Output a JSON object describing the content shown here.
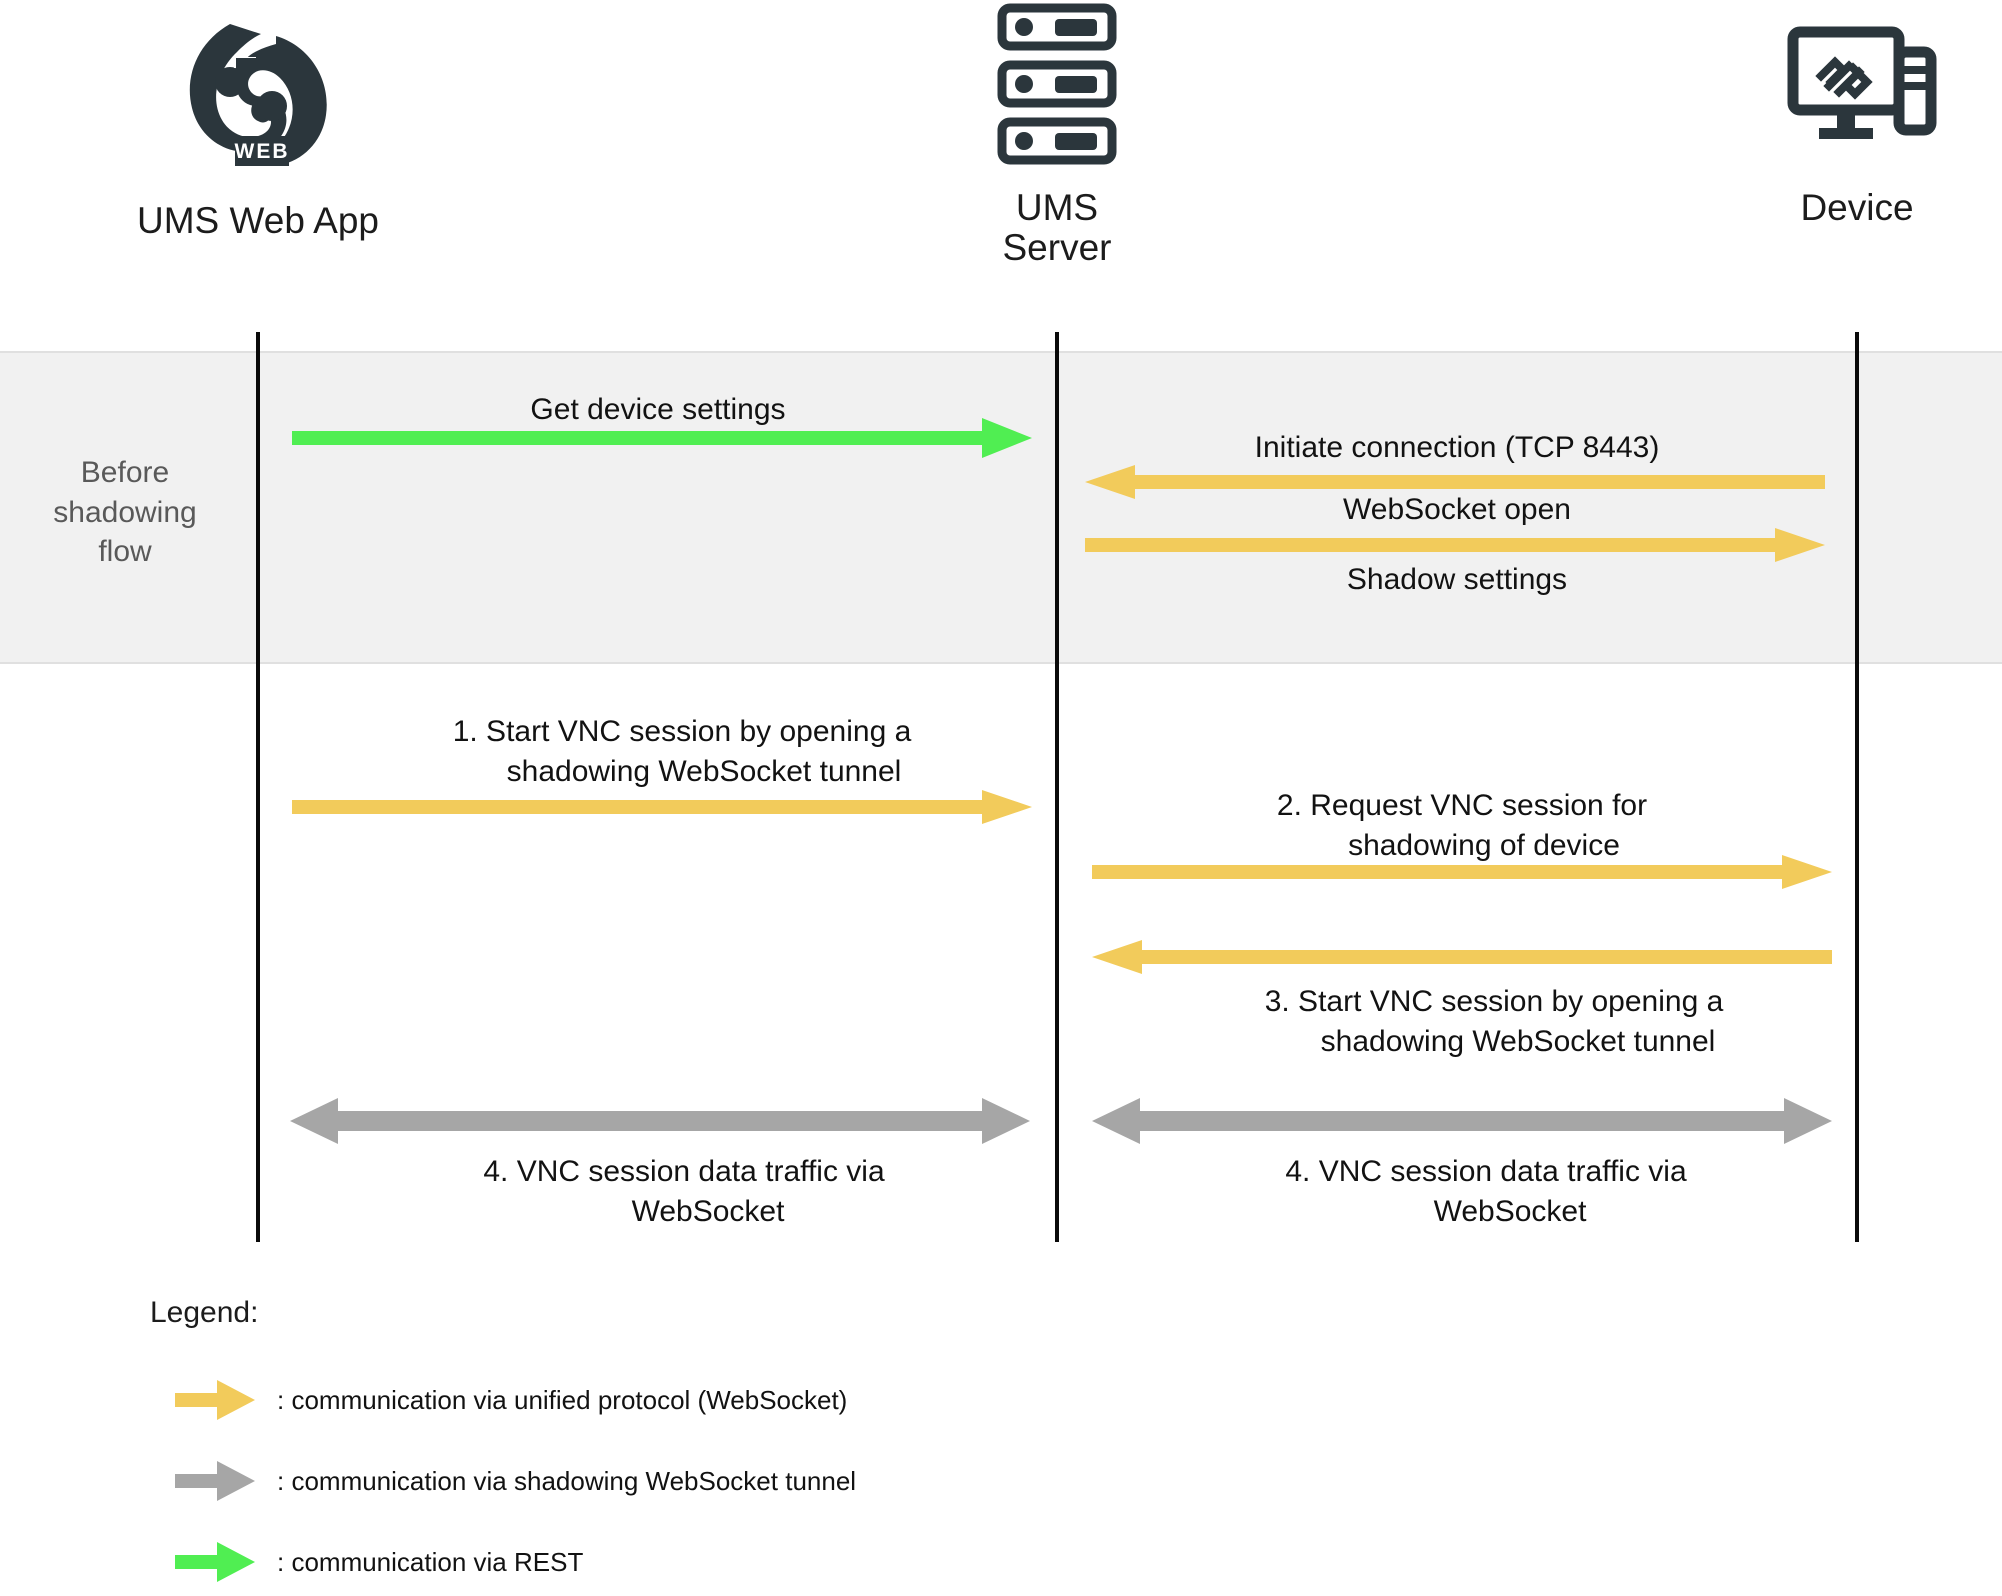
{
  "diagram": {
    "title": "UMS shadowing sequence diagram",
    "colors": {
      "websocket": "#f2cb5b",
      "shadow_tunnel": "#a6a6a6",
      "rest": "#50ee52",
      "lifeline": "#0a0a0a",
      "band_fill": "#f1f1f1",
      "band_border": "#e0e0e0",
      "icon": "#2b363c",
      "text": "#121212",
      "muted_text": "#595959"
    }
  },
  "participants": [
    {
      "id": "ums-web-app",
      "label": "UMS Web App",
      "icon": "ums-web-logo-icon"
    },
    {
      "id": "ums-server",
      "label": "UMS\nServer",
      "icon": "server-rack-icon"
    },
    {
      "id": "device",
      "label": "Device",
      "icon": "desktop-computer-icon"
    }
  ],
  "band": {
    "label": "Before\nshadowing\nflow"
  },
  "messages": [
    {
      "id": "get-device-settings",
      "label": "Get device settings",
      "kind": "rest",
      "direction": "right",
      "from": "ums-web-app",
      "to": "ums-server"
    },
    {
      "id": "initiate-connection",
      "label": "Initiate connection (TCP 8443)",
      "kind": "websocket",
      "direction": "left",
      "from": "device",
      "to": "ums-server"
    },
    {
      "id": "websocket-open",
      "label": "WebSocket open",
      "kind": "websocket",
      "direction": "right",
      "from": "ums-server",
      "to": "device"
    },
    {
      "id": "shadow-settings",
      "label": "Shadow settings",
      "kind": "websocket",
      "direction": "none",
      "from": "ums-server",
      "to": "device"
    },
    {
      "id": "start-vnc-session-web-app",
      "label": "1.   Start VNC session by opening a\nshadowing WebSocket tunnel",
      "kind": "websocket",
      "direction": "right",
      "from": "ums-web-app",
      "to": "ums-server"
    },
    {
      "id": "request-vnc-session",
      "label": "2.   Request VNC session for\nshadowing of device",
      "kind": "websocket",
      "direction": "right",
      "from": "ums-server",
      "to": "device"
    },
    {
      "id": "start-vnc-session-device",
      "label": "3.   Start VNC session by opening a\nshadowing WebSocket tunnel",
      "kind": "websocket",
      "direction": "left",
      "from": "device",
      "to": "ums-server"
    },
    {
      "id": "vnc-data-traffic-left",
      "label": "4.   VNC session data traffic via\nWebSocket",
      "kind": "shadow_tunnel",
      "direction": "both",
      "from": "ums-web-app",
      "to": "ums-server"
    },
    {
      "id": "vnc-data-traffic-right",
      "label": "4.   VNC session data traffic via\nWebSocket",
      "kind": "shadow_tunnel",
      "direction": "both",
      "from": "ums-server",
      "to": "device"
    }
  ],
  "legend": {
    "title": "Legend:",
    "items": [
      {
        "id": "legend-websocket",
        "color_key": "websocket",
        "text": ": communication via unified protocol (WebSocket)"
      },
      {
        "id": "legend-shadow-tunnel",
        "color_key": "shadow_tunnel",
        "text": ": communication via shadowing WebSocket tunnel"
      },
      {
        "id": "legend-rest",
        "color_key": "rest",
        "text": ": communication via REST"
      }
    ]
  }
}
